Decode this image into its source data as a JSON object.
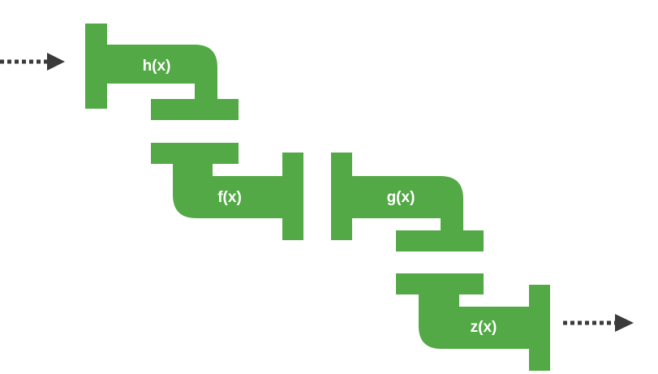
{
  "colors": {
    "pipe": "#53a945",
    "label": "#ffffff",
    "arrow": "#3a3a3a",
    "background": "#ffffff"
  },
  "arrows": {
    "input": {
      "icon": "dotted-arrow-right-icon"
    },
    "output": {
      "icon": "dotted-arrow-right-icon"
    }
  },
  "pipes": [
    {
      "id": "h",
      "label": "h(x)"
    },
    {
      "id": "f",
      "label": "f(x)"
    },
    {
      "id": "g",
      "label": "g(x)"
    },
    {
      "id": "z",
      "label": "z(x)"
    }
  ]
}
